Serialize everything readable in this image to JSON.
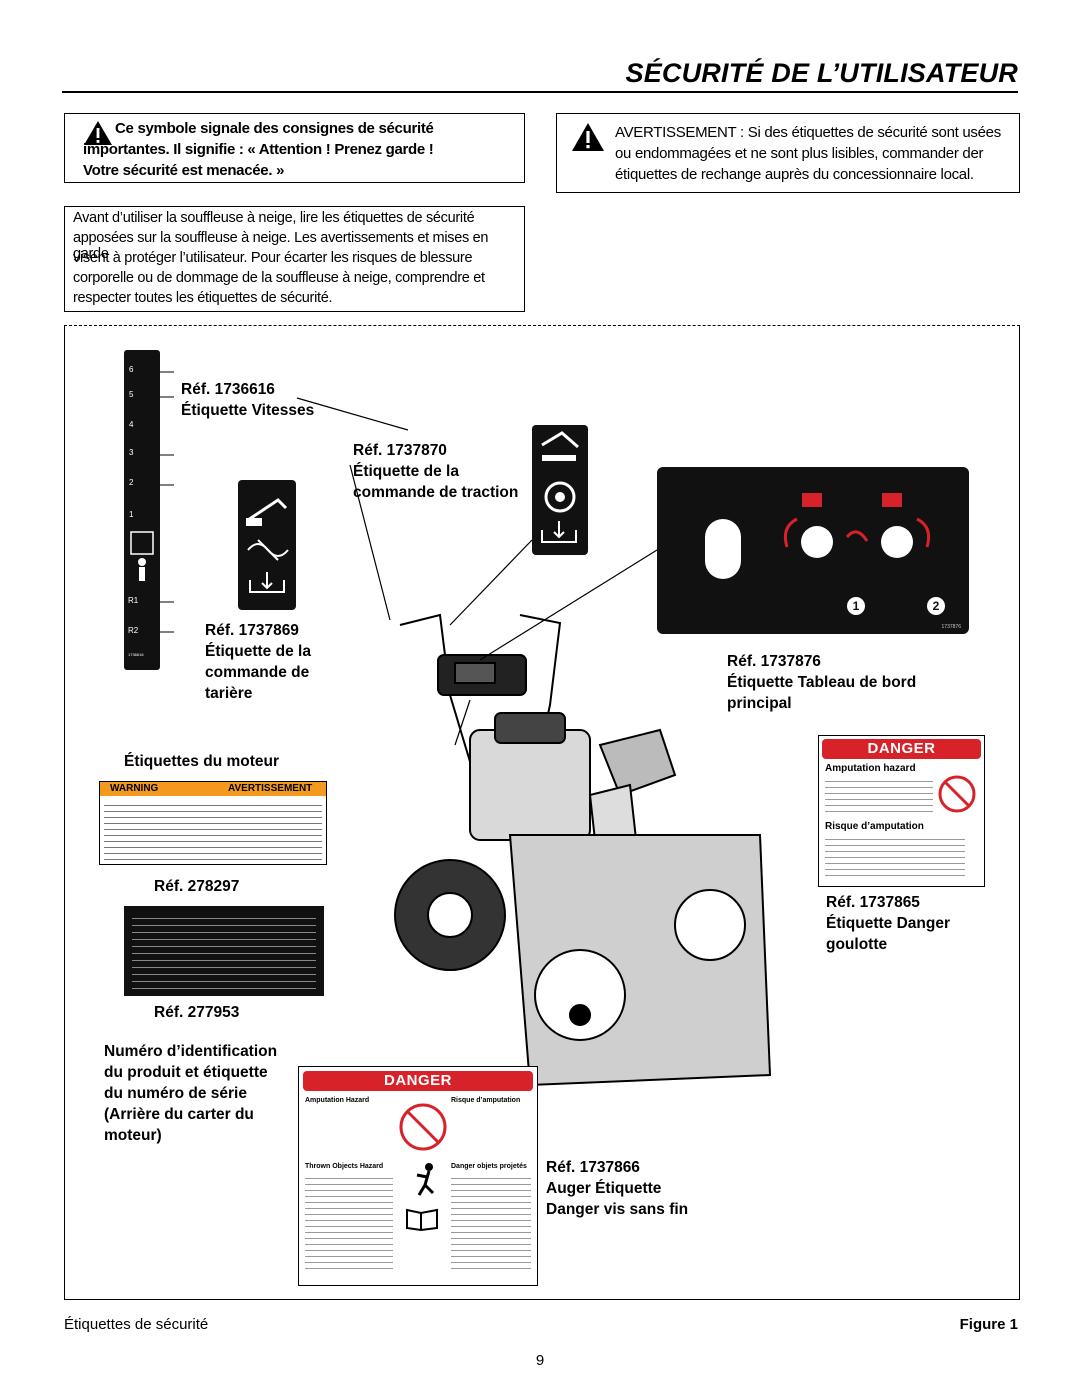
{
  "header": {
    "title": "SÉCURITÉ DE L’UTILISATEUR"
  },
  "safety_symbol_box": {
    "line1": "Ce symbole signale des consignes de sécurité",
    "line2": "importantes. Il signifie : « Attention ! Prenez garde !",
    "line3": "Votre sécurité est menacée. »"
  },
  "warning_box": {
    "line1": "AVERTISSEMENT : Si des étiquettes de sécurité sont usées",
    "line2": "ou endommagées et ne sont plus lisibles, commander der",
    "line3": "étiquettes de rechange auprès du concessionnaire local."
  },
  "intro_box": {
    "line1": "Avant d’utiliser la souffleuse à neige, lire les étiquettes de sécurité",
    "line2": "apposées sur la souffleuse à neige. Les avertissements et mises en garde",
    "line3": "visent à protéger l’utilisateur. Pour écarter les risques de blessure",
    "line4": "corporelle ou de dommage de la souffleuse à neige, comprendre et",
    "line5": "respecter toutes les étiquettes de sécurité."
  },
  "speed_label": {
    "ticks": [
      "6",
      "5",
      "4",
      "3",
      "2",
      "1",
      "R1",
      "R2"
    ],
    "part_no": "1736616"
  },
  "labels": {
    "ref_1736616": "Réf. 1736616",
    "etq_vitesses": "Étiquette Vitesses",
    "ref_1737870": "Réf. 1737870",
    "etq_traction_1": "Étiquette de la",
    "etq_traction_2": "commande de traction",
    "ref_1737869": "Réf. 1737869",
    "etq_tariere_1": "Étiquette de la",
    "etq_tariere_2": "commande de",
    "etq_tariere_3": "tarière",
    "ref_1737876": "Réf. 1737876",
    "etq_tableau_1": "Étiquette Tableau de bord",
    "etq_tableau_2": "principal",
    "etq_moteur": "Étiquettes du moteur",
    "ref_278297": "Réf. 278297",
    "ref_277953": "Réf. 277953",
    "ident_1": "Numéro d’identification",
    "ident_2": "du produit et étiquette",
    "ident_3": "du numéro de série",
    "ident_4": "(Arrière du carter du",
    "ident_5": "moteur)",
    "ref_1737865": "Réf. 1737865",
    "etq_goulotte_1": "Étiquette Danger",
    "etq_goulotte_2": "goulotte",
    "ref_1737866": "Réf. 1737866",
    "etq_vis_1": "Auger Étiquette",
    "etq_vis_2": "Danger vis sans fin"
  },
  "engine_warning": {
    "left": "WARNING",
    "right": "AVERTISSEMENT"
  },
  "danger_chute": {
    "title": "DANGER",
    "en_heading": "Amputation hazard",
    "fr_heading": "Risque d’amputation",
    "part_no": "1737865"
  },
  "danger_auger": {
    "title": "DANGER",
    "col1_heading": "Amputation Hazard",
    "col2_heading": "Risque d’amputation",
    "thrown_en": "Thrown Objects Hazard",
    "thrown_fr": "Danger objets projetés",
    "part_no": "1737866"
  },
  "dash_panel": {
    "num1": "1",
    "num2": "2",
    "part_no": "1737876"
  },
  "footer": {
    "caption": "Étiquettes de sécurité",
    "figure": "Figure 1",
    "page": "9"
  },
  "colors": {
    "danger_red": "#d8222a",
    "panel_black": "#111111",
    "warning_orange": "#f39a1e"
  }
}
